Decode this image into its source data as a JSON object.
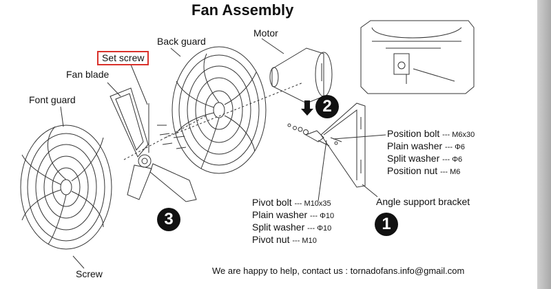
{
  "title": "Fan Assembly",
  "labels": {
    "motor": "Motor",
    "back_guard": "Back guard",
    "set_screw": "Set screw",
    "fan_blade": "Fan blade",
    "front_guard": "Font guard",
    "screw": "Screw",
    "angle_bracket": "Angle support bracket"
  },
  "position_parts": [
    {
      "name": "Position bolt",
      "spec": "--- M6x30"
    },
    {
      "name": "Plain washer",
      "spec": "--- Φ6"
    },
    {
      "name": "Split washer",
      "spec": "--- Φ6"
    },
    {
      "name": "Position nut",
      "spec": "--- M6"
    }
  ],
  "pivot_parts": [
    {
      "name": "Pivot bolt",
      "spec": "--- M10x35"
    },
    {
      "name": "Plain washer",
      "spec": "--- Φ10"
    },
    {
      "name": "Split washer",
      "spec": "--- Φ10"
    },
    {
      "name": "Pivot nut",
      "spec": "--- M10"
    }
  ],
  "steps": [
    "1",
    "2",
    "3"
  ],
  "contact": "We are happy to help, contact us : tornadofans.info@gmail.com",
  "colors": {
    "highlight": "#d9302a",
    "line": "#333333",
    "badge": "#111111"
  },
  "icons": [
    "arrow-down-icon"
  ]
}
